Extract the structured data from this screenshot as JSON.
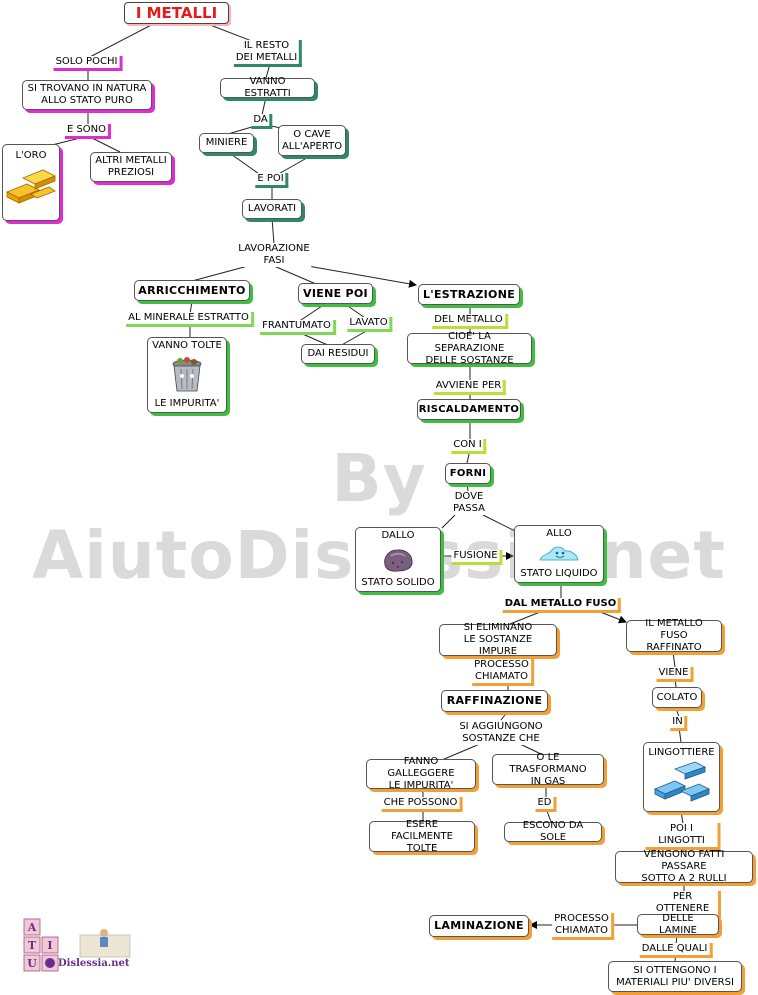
{
  "title": "I METALLI",
  "watermark": "By AiutoDislessia.net",
  "logo_text": "Dislessia.net",
  "nodes": {
    "oro": "L'ORO",
    "natura": "SI TROVANO IN NATURA\nALLO STATO PURO",
    "altri_metalli": "ALTRI METALLI\nPREZIOSI",
    "vanno_estratti": "VANNO ESTRATTI",
    "miniere": "MINIERE",
    "cave": "O CAVE\nALL'APERTO",
    "lavorati": "LAVORATI",
    "arricchimento": "ARRICCHIMENTO",
    "vanno_tolte_top": "VANNO TOLTE",
    "vanno_tolte_bottom": "LE IMPURITA'",
    "viene_poi": "VIENE POI",
    "dai_residui": "DAI RESIDUI",
    "estrazione": "L'ESTRAZIONE",
    "separazione": "CIOE' LA SEPARAZIONE\nDELLE SOSTANZE",
    "riscaldamento": "RISCALDAMENTO",
    "forni": "FORNI",
    "dallo_top": "DALLO",
    "dallo_bottom": "STATO SOLIDO",
    "allo_top": "ALLO",
    "allo_bottom": "STATO LIQUIDO",
    "eliminano": "SI ELIMINANO\nLE SOSTANZE IMPURE",
    "raffinazione": "RAFFINAZIONE",
    "galleggere": "FANNO GALLEGGERE\nLE IMPURITA'",
    "trasformano": "O LE TRASFORMANO\nIN GAS",
    "esere_tolte": "ESERE FACILMENTE\nTOLTE",
    "escono": "ESCONO DA SOLE",
    "metallo_raffinato": "IL METALLO FUSO\nRAFFINATO",
    "colato": "COLATO",
    "lingottiere": "LINGOTTIERE",
    "rulli": "VENGONO FATTI PASSARE\nSOTTO A 2 RULLI",
    "lamine": "DELLE LAMINE",
    "laminazione": "LAMINAZIONE",
    "materiali": "SI OTTENGONO I\nMATERIALI PIU' DIVERSI"
  },
  "labels": {
    "solo_pochi": "SOLO POCHI",
    "il_resto": "IL RESTO\nDEI METALLI",
    "e_sono": "E SONO",
    "da": "DA",
    "e_poi": "E POI",
    "lavorazione_fasi": "LAVORAZIONE\nFASI",
    "al_minerale": "AL MINERALE ESTRATTO",
    "frantumato": "FRANTUMATO",
    "lavato": "LAVATO",
    "del_metallo": "DEL METALLO",
    "avviene_per": "AVVIENE PER",
    "con_i": "CON I",
    "dove_passa": "DOVE\nPASSA",
    "fusione": "FUSIONE",
    "dal_metallo_fuso": "DAL METALLO FUSO",
    "processo_chiamato": "PROCESSO\nCHIAMATO",
    "si_aggiungono": "SI AGGIUNGONO\nSOSTANZE CHE",
    "che_possono": "CHE POSSONO",
    "ed": "ED",
    "viene": "VIENE",
    "in": "IN",
    "poi_i_lingotti": "POI I LINGOTTI",
    "per_ottenere": "PER OTTENERE",
    "processo_chiamato2": "PROCESSO\nCHIAMATO",
    "dalle_quali": "DALLE QUALI"
  },
  "icons": [
    "gold-bars-icon",
    "trash-can-icon",
    "rock-icon",
    "liquid-drop-icon",
    "ingots-icon",
    "aiutodislessia-logo"
  ]
}
